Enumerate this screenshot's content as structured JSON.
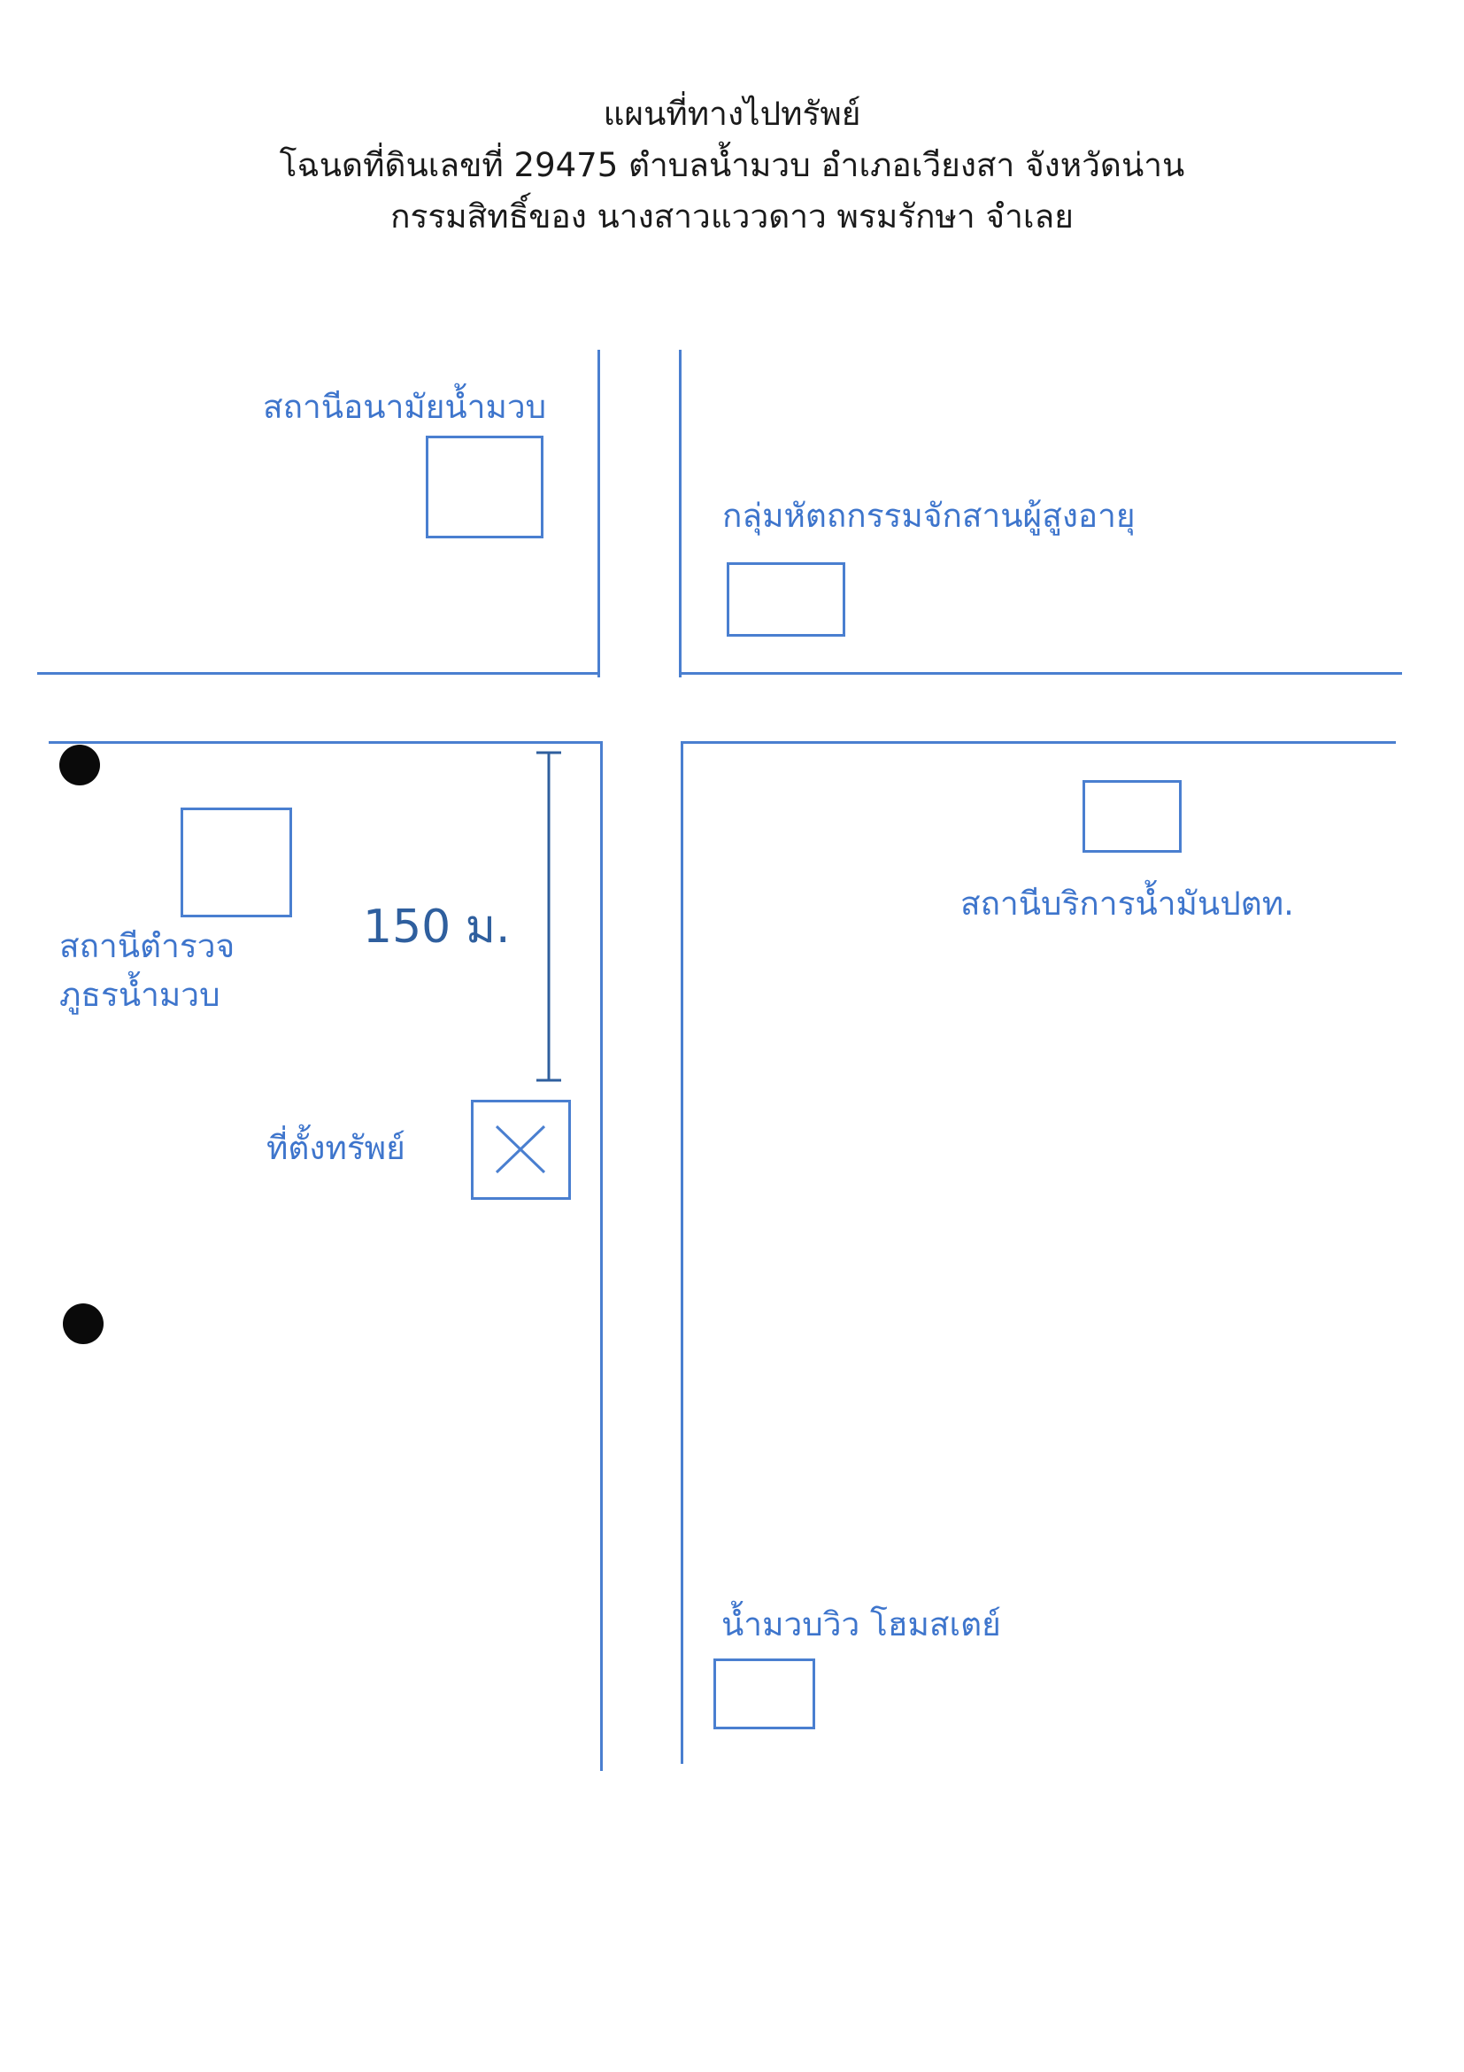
{
  "header": {
    "title": "แผนที่ทางไปทรัพย์",
    "deed_line": "โฉนดที่ดินเลขที่ 29475 ตำบลน้ำมวบ อำเภอเวียงสา จังหวัดน่าน",
    "owner_line": "กรรมสิทธิ์ของ นางสาวแววดาว พรมรักษา จำเลย"
  },
  "map": {
    "colors": {
      "road": "#4a7fd0",
      "label": "#3e75cc",
      "dimension": "#2f5f9e"
    },
    "landmarks": {
      "health_station": "สถานีอนามัยน้ำมวบ",
      "elderly_group": "กลุ่มหัตถกรรมจักสานผู้สูงอายุ",
      "police_station_line1": "สถานีตำรวจ",
      "police_station_line2": "ภูธรน้ำมวบ",
      "gas_station": "สถานีบริการน้ำมันปตท.",
      "property_location": "ที่ตั้งทรัพย์",
      "homestay": "น้ำมวบวิว โฮมสเตย์"
    },
    "distance_label": "150 ม."
  }
}
